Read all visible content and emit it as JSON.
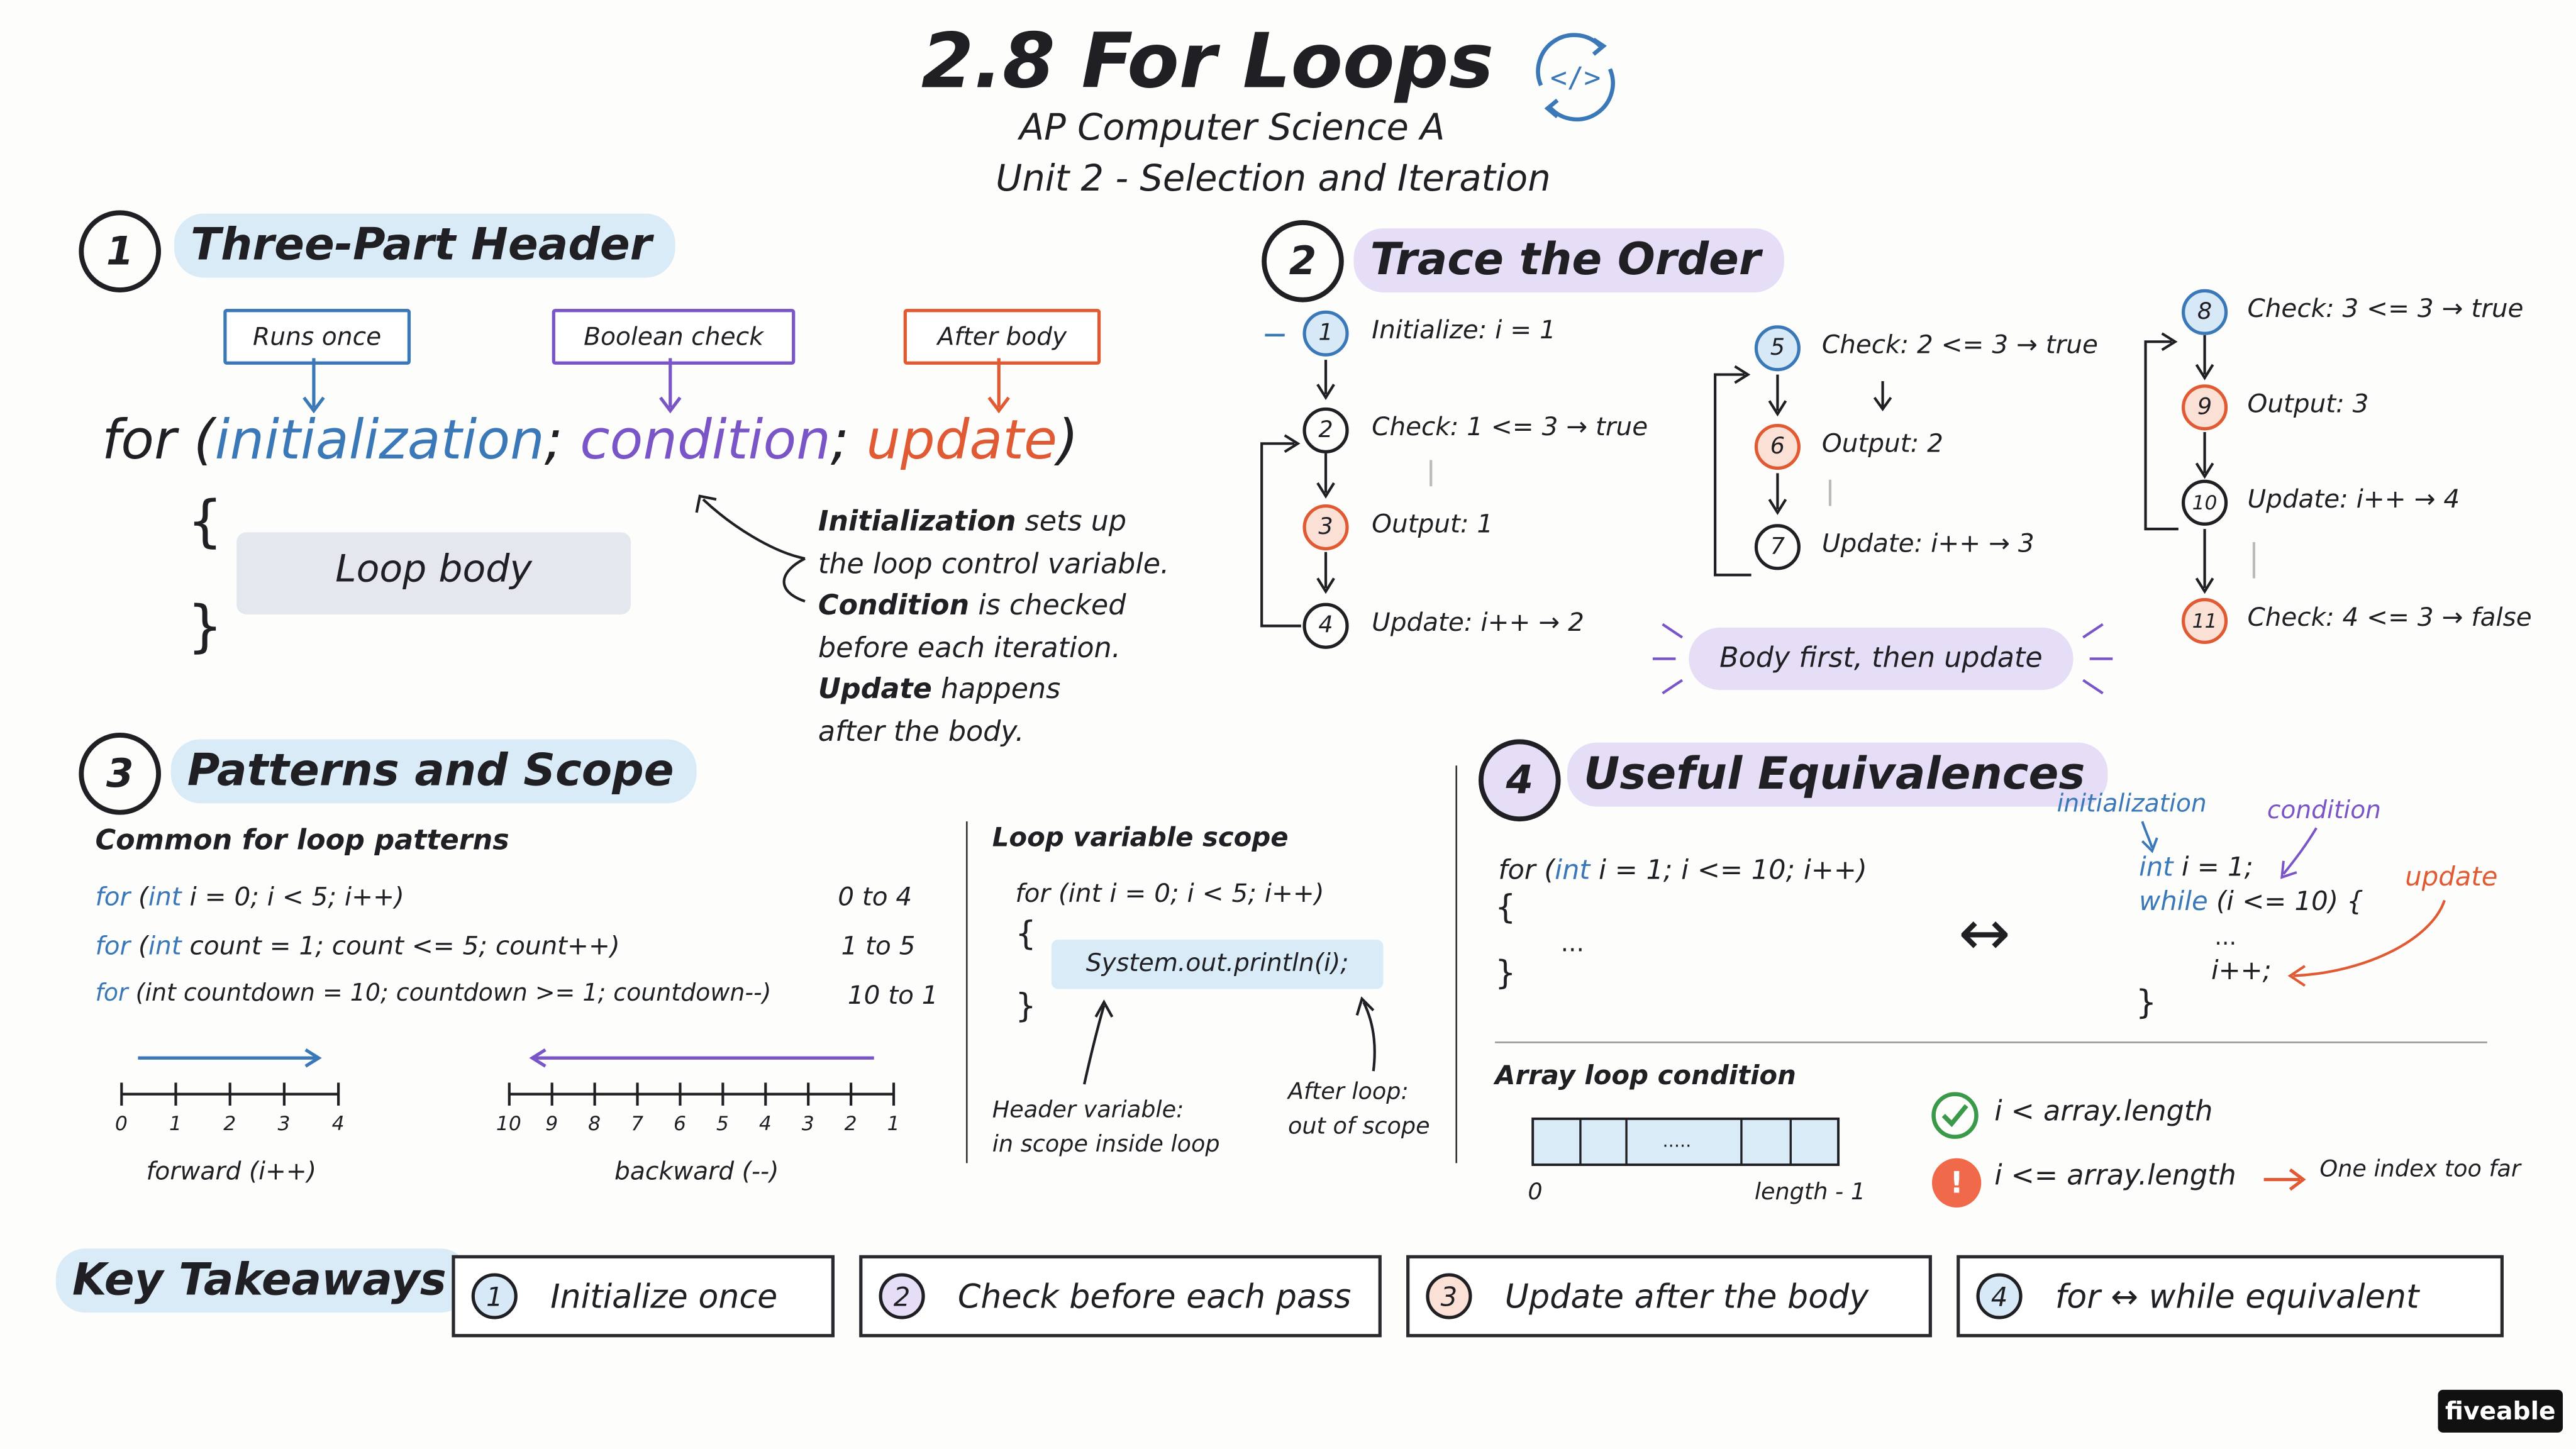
{
  "header": {
    "title": "2.8 For Loops",
    "subtitle1": "AP Computer Science A",
    "subtitle2": "Unit 2 - Selection and Iteration",
    "icon": "code-cycle-icon"
  },
  "section1": {
    "num": "1",
    "title": "Three-Part Header",
    "tags": [
      "Runs once",
      "Boolean check",
      "After body"
    ],
    "code_for": "for (",
    "code_init": "initialization",
    "code_semi1": ";",
    "code_cond": "condition",
    "code_semi2": ";",
    "code_update": "update",
    "code_close": ")",
    "brace_open": "{",
    "brace_close": "}",
    "body": "Loop body",
    "note": {
      "l1a": "Initialization",
      "l1b": " sets up",
      "l2": "the loop control variable.",
      "l3a": "Condition",
      "l3b": " is checked",
      "l4": "before each iteration.",
      "l5a": "Update",
      "l5b": " happens",
      "l6": "after the body."
    }
  },
  "section2": {
    "num": "2",
    "title": "Trace the Order",
    "steps": [
      {
        "n": "1",
        "text": "Initialize: i = 1"
      },
      {
        "n": "2",
        "text": "Check: 1 <= 3 → true"
      },
      {
        "n": "3",
        "text": "Output: 1"
      },
      {
        "n": "4",
        "text": "Update: i++ → 2"
      },
      {
        "n": "5",
        "text": "Check: 2 <= 3 → true"
      },
      {
        "n": "6",
        "text": "Output: 2"
      },
      {
        "n": "7",
        "text": "Update: i++ → 3"
      },
      {
        "n": "8",
        "text": "Check: 3 <= 3 → true"
      },
      {
        "n": "9",
        "text": "Output: 3"
      },
      {
        "n": "10",
        "text": "Update: i++ → 4"
      },
      {
        "n": "11",
        "text": "Check: 4 <= 3 → false"
      }
    ],
    "note": "Body first, then update"
  },
  "section3": {
    "num": "3",
    "title": "Patterns and Scope",
    "patterns_heading": "Common for loop patterns",
    "patterns": [
      {
        "kw": "for",
        "rest1": " (",
        "kw2": "int",
        "rest2": " i = 0; i < 5; i++)",
        "range": "0 to 4"
      },
      {
        "kw": "for",
        "rest1": " (",
        "kw2": "int",
        "rest2": " count = 1; count <= 5; count++)",
        "range": "1 to 5"
      },
      {
        "kw": "for",
        "rest1": " (",
        "kw2": "",
        "rest2": "int countdown = 10; countdown >= 1; countdown--)",
        "range": "10 to 1"
      }
    ],
    "forward_ticks": [
      "0",
      "1",
      "2",
      "3",
      "4"
    ],
    "forward_label": "forward (i++)",
    "backward_ticks": [
      "10",
      "9",
      "8",
      "7",
      "6",
      "5",
      "4",
      "3",
      "2",
      "1"
    ],
    "backward_label": "backward (--)",
    "scope_heading": "Loop variable scope",
    "scope_code": "for (int i = 0; i < 5; i++)",
    "scope_open": "{",
    "scope_body": "System.out.println(i);",
    "scope_close": "}",
    "scope_note1a": "Header variable:",
    "scope_note1b": "in scope inside loop",
    "scope_note2a": "After loop:",
    "scope_note2b": "out of scope"
  },
  "section4": {
    "num": "4",
    "title": "Useful Equivalences",
    "for_code1a": "for (",
    "for_code1b": "int",
    "for_code1c": " i = 1; i <= 10; i++)",
    "for_open": "{",
    "for_dots": "...",
    "for_close": "}",
    "equiv_arrow": "↔",
    "lbl_init": "initialization",
    "lbl_cond": "condition",
    "lbl_update": "update",
    "w_line1a": "int",
    "w_line1b": " i = 1;",
    "w_line2a": "while",
    "w_line2b": " (i <= 10) {",
    "w_dots": "...",
    "w_inc": "i++;",
    "w_close": "}",
    "array_heading": "Array loop condition",
    "array_dots": ".....",
    "array_start": "0",
    "array_end": "length - 1",
    "good": "i < array.length",
    "bad": "i <= array.length",
    "bad_note": "One index too far"
  },
  "takeaways": {
    "title": "Key Takeaways",
    "items": [
      {
        "n": "1",
        "text": "Initialize once"
      },
      {
        "n": "2",
        "text": "Check before each pass"
      },
      {
        "n": "3",
        "text": "Update after the body"
      },
      {
        "n": "4",
        "text": "for ↔ while equivalent"
      }
    ]
  },
  "brand": "fiveable",
  "colors": {
    "blue": "#3b78b8",
    "purple": "#7a55c7",
    "orange": "#e05a33",
    "green": "#3a9a4a"
  }
}
